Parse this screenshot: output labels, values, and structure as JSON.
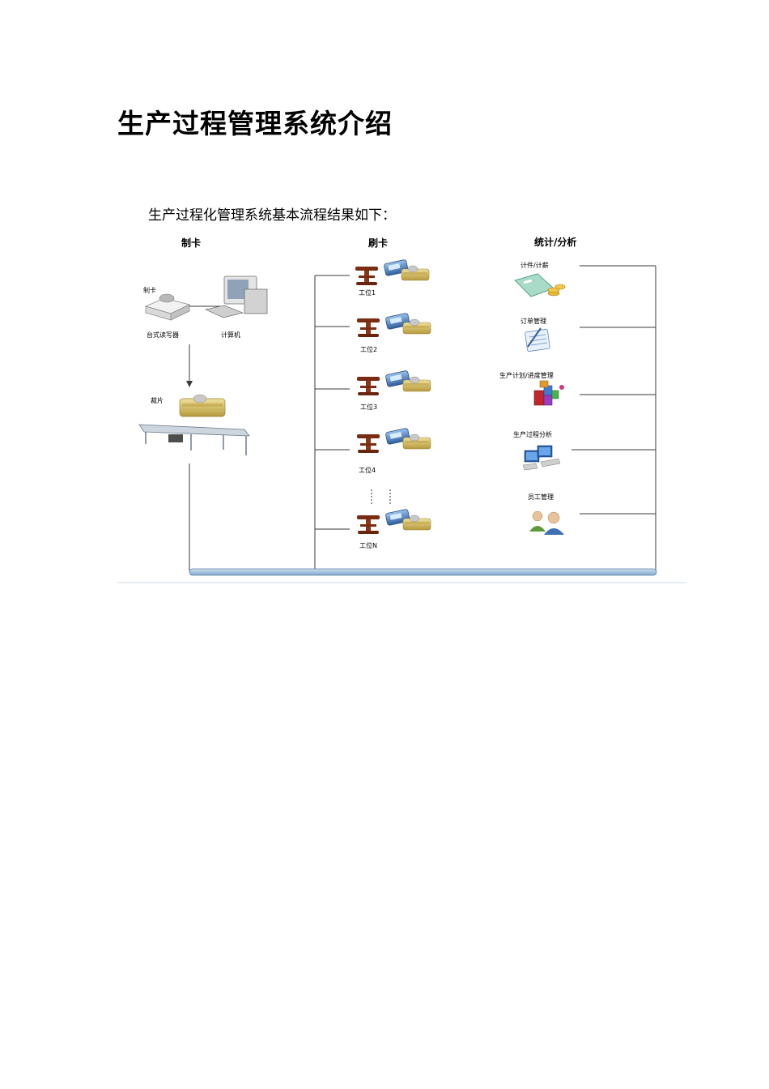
{
  "document": {
    "title": "生产过程管理系统介绍",
    "intro": "生产过程化管理系统基本流程结果如下："
  },
  "diagram": {
    "columns": {
      "make_card": "制卡",
      "swipe_card": "刷卡",
      "stats": "统计/分析"
    },
    "make_card": {
      "card_label": "制卡",
      "reader_label": "台式读写器",
      "computer_label": "计算机",
      "cutting_label": "裁片"
    },
    "stations": [
      "工位1",
      "工位2",
      "工位3",
      "工位4",
      "工位N"
    ],
    "analysis_items": [
      "计件/计薪",
      "订单管理",
      "生产计划/进度管理",
      "生产过程分析",
      "员工管理"
    ],
    "icons": {
      "reader": "card-reader-icon",
      "computer": "computer-icon",
      "cloth": "fabric-bundle-icon",
      "table": "cutting-table-icon",
      "station": "workstation-icon",
      "terminal": "card-terminal-icon",
      "calc": "calculator-coins-icon",
      "order": "order-notepad-icon",
      "plan": "plan-blocks-icon",
      "analysis": "network-computers-icon",
      "staff": "staff-people-icon"
    },
    "colors": {
      "line": "#3a3a3a",
      "bus": "#9fc0de",
      "station_stool": "#7a2c12",
      "cloth": "#d9c46a",
      "terminal": "#3f74b8"
    }
  }
}
